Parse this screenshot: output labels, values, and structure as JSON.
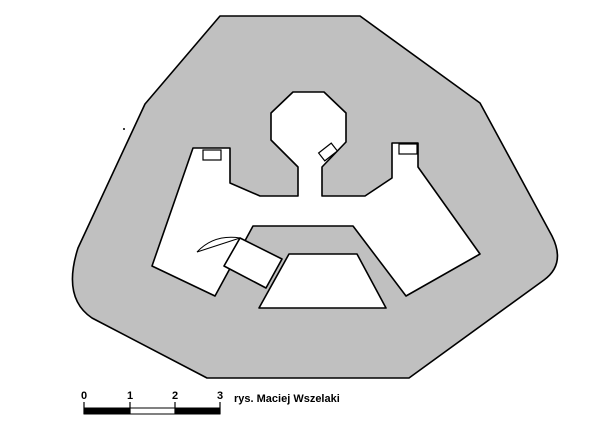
{
  "plan": {
    "wall_fill": "#c0c0c0",
    "stroke": "#000000",
    "room_fill": "#ffffff"
  },
  "scale_bar": {
    "ticks": [
      "0",
      "1",
      "2",
      "3"
    ]
  },
  "credit": "rys. Maciej Wszelaki"
}
